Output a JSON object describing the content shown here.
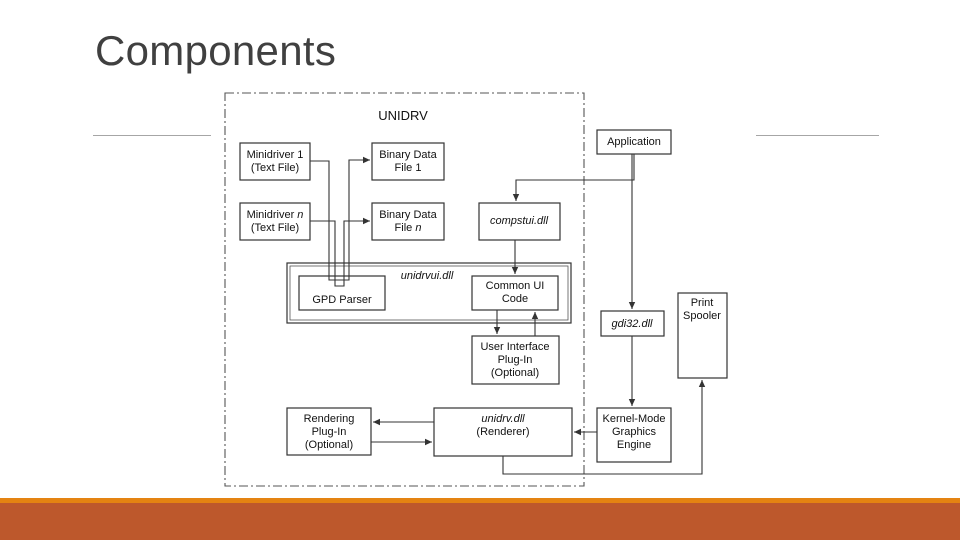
{
  "slide": {
    "title": "Components",
    "colors": {
      "title": "#404040",
      "rule": "#a6a6a6",
      "accent_bar": "#bd582c",
      "accent_bar_top": "#e48312"
    }
  },
  "diagram": {
    "group_label": "UNIDRV",
    "unidrvui_label": "unidrvui.dll",
    "minidriver_1": {
      "line1": "Minidriver 1",
      "line2": "(Text File)"
    },
    "minidriver_n": {
      "line1_a": "Minidriver ",
      "line1_b": "n",
      "line2": "(Text File)"
    },
    "binary_data_1": {
      "line1": "Binary Data",
      "line2": "File 1"
    },
    "binary_data_n": {
      "line1": "Binary Data",
      "line2_a": "File ",
      "line2_b": "n"
    },
    "compstui": "compstui.dll",
    "gpd_parser": "GPD Parser",
    "common_ui": {
      "line1": "Common UI",
      "line2": "Code"
    },
    "ui_plugin": {
      "line1": "User Interface",
      "line2": "Plug-In",
      "line3": "(Optional)"
    },
    "rendering_plugin": {
      "line1": "Rendering",
      "line2": "Plug-In",
      "line3": "(Optional)"
    },
    "unidrv_dll": {
      "line1": "unidrv.dll",
      "line2": "(Renderer)"
    },
    "application": "Application",
    "gdi32": "gdi32.dll",
    "print_spooler": {
      "line1": "Print",
      "line2": "Spooler"
    },
    "kernel_graphics": {
      "line1": "Kernel-Mode",
      "line2": "Graphics",
      "line3": "Engine"
    }
  }
}
